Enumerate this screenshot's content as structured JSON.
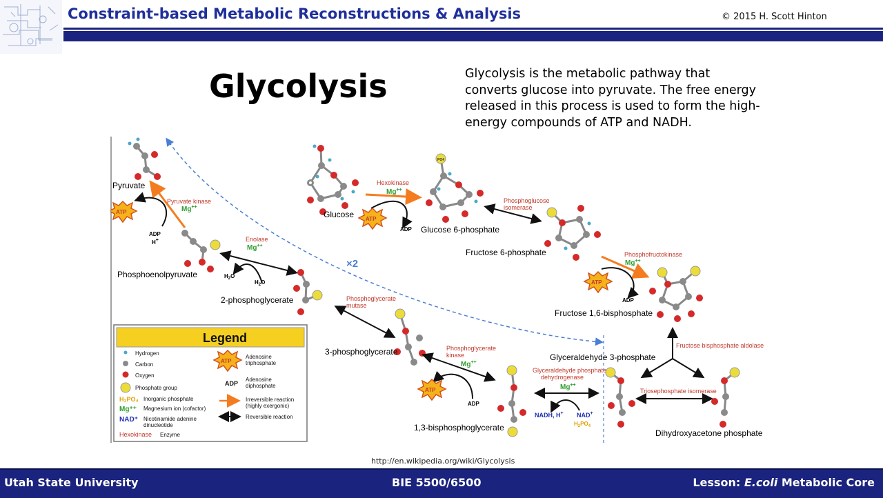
{
  "header": {
    "title": "Constraint-based Metabolic Reconstructions & Analysis",
    "copyright": "© 2015 H. Scott Hinton"
  },
  "slide": {
    "title": "Glycolysis",
    "intro": "Glycolysis is the metabolic pathway that converts glucose into pyruvate. The free energy released in this process is used to form the high-energy compounds of ATP and NADH.",
    "source_url": "http://en.wikipedia.org/wiki/Glycolysis"
  },
  "diagram": {
    "molecules": {
      "glucose": "Glucose",
      "g6p": "Glucose 6-phosphate",
      "f6p": "Fructose 6-phosphate",
      "f16bp": "Fructose 1,6-bisphosphate",
      "gap": "Glyceraldehyde 3-phosphate",
      "dhap": "Dihydroxyacetone phosphate",
      "bpg13": "1,3-bisphosphoglycerate",
      "pg3": "3-phosphoglycerate",
      "pg2": "2-phosphoglycerate",
      "pep": "Phosphoenolpyruvate",
      "pyruvate": "Pyruvate"
    },
    "enzymes": {
      "hexokinase": "Hexokinase",
      "pgi_1": "Phosphoglucose",
      "pgi_2": "isomerase",
      "pfk": "Phosphofructokinase",
      "aldolase": "Fructose bisphosphate aldolase",
      "tpi": "Triosephosphate isomerase",
      "gapdh_1": "Glyceraldehyde phosphate",
      "gapdh_2": "dehydrogenase",
      "pgk_1": "Phosphoglycerate",
      "pgk_2": "kinase",
      "pgm_1": "Phosphoglycerate",
      "pgm_2": "mutase",
      "enolase": "Enolase",
      "pk": "Pyruvate kinase"
    },
    "cofactors": {
      "mg": "Mg",
      "mg_charge": "++",
      "atp": "ATP",
      "adp": "ADP",
      "h": "H",
      "h_charge": "+",
      "h2o": "H",
      "h2o_sub": "2",
      "h2o_o": "O",
      "nadh": "NADH, H",
      "nadh_charge": "+",
      "nad": "NAD",
      "nad_charge": "+",
      "pi_h": "H",
      "pi_2": "2",
      "pi_po": "PO",
      "pi_4": "4",
      "po4": "PO",
      "po4_sub": "4"
    },
    "times_two": "×2"
  },
  "legend": {
    "title": "Legend",
    "items_left": [
      {
        "label": "Hydrogen"
      },
      {
        "label": "Carbon"
      },
      {
        "label": "Oxygen"
      },
      {
        "label": "Phosphate group"
      },
      {
        "label": "Inorganic phosphate",
        "symbol": "H₂PO₄"
      },
      {
        "label": "Magnesium ion (cofactor)",
        "symbol": "Mg⁺⁺"
      },
      {
        "label": "Nicotinamide adenine",
        "label2": "dinucleotide",
        "symbol": "NAD⁺"
      },
      {
        "label": "Enzyme",
        "symbol": "Hexokinase"
      }
    ],
    "items_right": [
      {
        "label": "Adenosine",
        "label2": "triphosphate",
        "symbol": "ATP"
      },
      {
        "label": "Adenosine",
        "label2": "diphosphate",
        "symbol": "ADP"
      },
      {
        "label": "Irreversible reaction",
        "label2": "(highly exergonic)"
      },
      {
        "label": "Reversible reaction"
      }
    ]
  },
  "footer": {
    "left": "Utah State University",
    "center": "BIE 5500/6500",
    "right_prefix": "Lesson: ",
    "right_italic": "E.coli",
    "right_suffix": " Metabolic Core"
  },
  "colors": {
    "navy": "#1a237e",
    "title_blue": "#1f2f9a",
    "enzyme_red": "#c0392b",
    "mg_green": "#2e9e2e",
    "irreversible": "#f47c20",
    "legend_header": "#f5d020",
    "dashed_blue": "#4a7fd4",
    "oxygen": "#d42a2a",
    "carbon": "#8a8a8a",
    "hydrogen": "#4aa8c8",
    "phosphate": "#ecdc3a"
  }
}
